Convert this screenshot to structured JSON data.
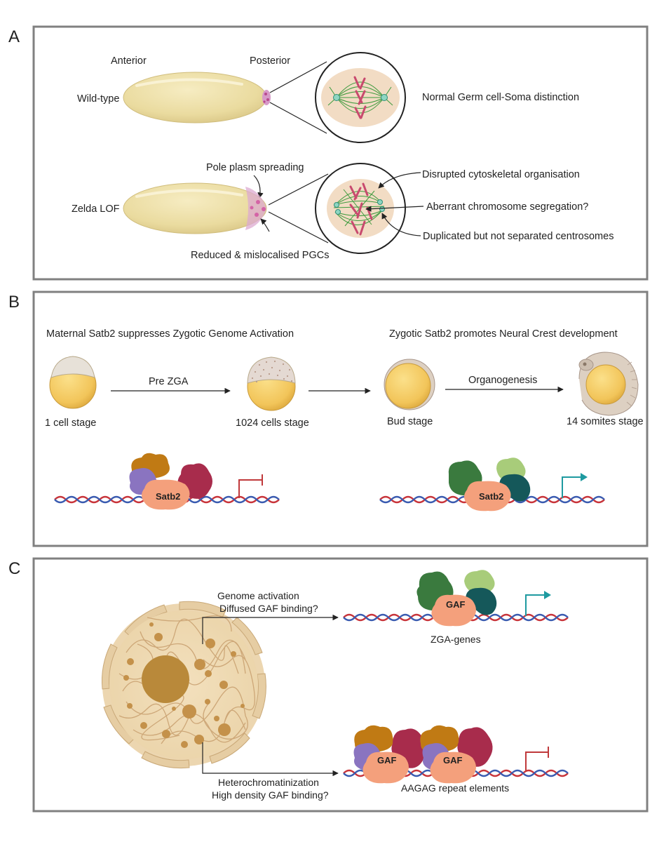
{
  "panels": {
    "a": {
      "letter": "A",
      "anterior": "Anterior",
      "posterior": "Posterior",
      "wildtype": "Wild-type",
      "normal": "Normal Germ cell-Soma distinction",
      "pole_plasm": "Pole plasm spreading",
      "zelda": "Zelda LOF",
      "disrupted": "Disrupted cytoskeletal organisation",
      "aberrant": "Aberrant chromosome segregation?",
      "duplicated": "Duplicated but not separated centrosomes",
      "reduced": "Reduced & mislocalised PGCs"
    },
    "b": {
      "letter": "B",
      "maternal": "Maternal Satb2 suppresses Zygotic Genome Activation",
      "zygotic": "Zygotic Satb2 promotes Neural Crest development",
      "pre_zga": "Pre ZGA",
      "organogenesis": "Organogenesis",
      "stage1": "1 cell stage",
      "stage2": "1024 cells stage",
      "stage3": "Bud stage",
      "stage4": "14 somites stage",
      "protein_left": "Satb2",
      "protein_right": "Satb2"
    },
    "c": {
      "letter": "C",
      "genome_activation": "Genome activation",
      "diffused": "Diffused GAF binding?",
      "zga_genes": "ZGA-genes",
      "heterochrom": "Heterochromatinization",
      "high_density": "High density GAF binding?",
      "aagag": "AAGAG repeat elements",
      "gaf_top": "GAF",
      "gaf_bottom_1": "GAF",
      "gaf_bottom_2": "GAF"
    }
  },
  "colors": {
    "frame": "#808080",
    "egg": "#eedfa5",
    "yolk": "#f2c55a",
    "protein_core": "#f4a07c",
    "repress": "#c0393b",
    "activate": "#1e9aa0",
    "dna_red": "#c8343a",
    "dna_blue": "#3a5bb0"
  }
}
